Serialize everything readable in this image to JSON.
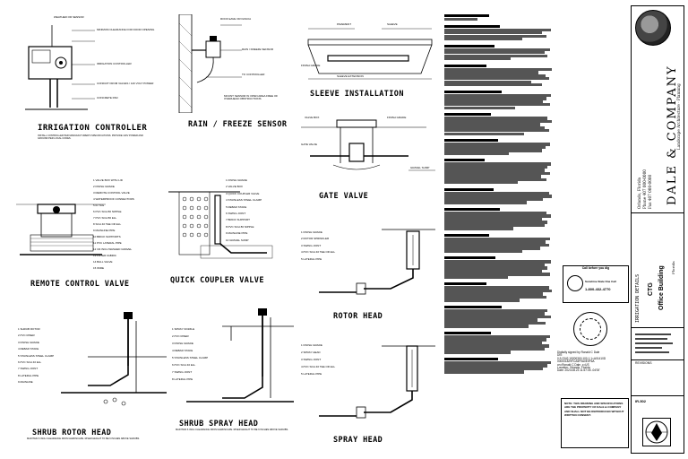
{
  "details": {
    "irrigation_controller": {
      "title": "IRRIGATION CONTROLLER",
      "callouts": [
        "WEATHER OR SENSOR",
        "MINIMUM CLEARANCE FOR DOOR OPENING",
        "IRRIGATION CONTROLLER",
        "CONDUIT FROM VALVES / 120 VOLT POWER",
        "CONCRETE PAD"
      ],
      "note": "INSTALL CONTROLLER PER MANUFACTURER'S SPECIFICATIONS. PROVIDE 120V POWER AND GROUND PER LOCAL CODES."
    },
    "rain_sensor": {
      "title": "RAIN / FREEZE SENSOR",
      "callouts": [
        "ROOF EAVE OR FASCIA",
        "RAIN / FREEZE SENSOR",
        "TO CONTROLLER",
        "MOUNT SENSOR IN OPEN AREA FREE OF OVERHEAD OBSTRUCTIONS"
      ]
    },
    "sleeve_installation": {
      "title": "SLEEVE INSTALLATION",
      "callouts": [
        "PAVEMENT",
        "SLEEVE",
        "SLEEVE EXTENSION",
        "FINISH GRADE"
      ]
    },
    "gate_valve": {
      "title": "GATE VALVE",
      "callouts": [
        "VALVE BOX",
        "FINISH GRADE",
        "GATE VALVE",
        "GRAVEL SUMP"
      ]
    },
    "remote_control_valve": {
      "title": "REMOTE CONTROL VALVE",
      "items": [
        "1 VALVE BOX WITH LID",
        "2 FINISH GRADE",
        "3 REMOTE CONTROL VALVE",
        "4 WATERPROOF CONNECTORS",
        "5 ID TAG",
        "6 PVC SCH 80 NIPPLE",
        "7 PVC SCH 80 ELL",
        "8 SCH 40 TEE OR ELL",
        "9 MAINLINE PIPE",
        "10 BRICK SUPPORTS",
        "11 PVC LATERAL PIPE",
        "12 3/4 INCH WASHED GRAVEL",
        "13 FILTER FABRIC",
        "14 BALL VALVE",
        "15 WIRE"
      ]
    },
    "quick_coupler_valve": {
      "title": "QUICK COUPLER VALVE",
      "items": [
        "1 FINISH GRADE",
        "2 VALVE BOX",
        "3 QUICK COUPLER VALVE",
        "4 STAINLESS STEEL CLAMP",
        "5 REBAR STAKE",
        "6 SWING JOINT",
        "7 BRICK SUPPORT",
        "8 PVC SCH 80 NIPPLE",
        "9 MAINLINE PIPE",
        "10 GRAVEL SUMP"
      ]
    },
    "rotor_head": {
      "title": "ROTOR HEAD",
      "items": [
        "1 FINISH GRADE",
        "2 ROTOR SPRINKLER",
        "3 SWING JOINT",
        "4 PVC SCH 40 TEE OR ELL",
        "5 LATERAL PIPE"
      ]
    },
    "shrub_rotor_head": {
      "title": "SHRUB ROTOR HEAD",
      "items": [
        "1 SHRUB ROTOR",
        "2 PVC RISER",
        "3 FINISH GRADE",
        "4 REBAR STAKE",
        "5 STAINLESS STEEL CLAMP",
        "6 PVC SCH 40 ELL",
        "7 SWING JOINT",
        "8 LATERAL PIPE",
        "9 MAINLINE"
      ],
      "note": "MAINTAIN 6 INCH CLEARANCE FROM HARDSCAPE. RISER HEIGHT TO BE 6 INCHES ABOVE SHRUBS."
    },
    "shrub_spray_head": {
      "title": "SHRUB SPRAY HEAD",
      "items": [
        "1 SPRAY NOZZLE",
        "2 PVC RISER",
        "3 FINISH GRADE",
        "4 REBAR STAKE",
        "5 STAINLESS STEEL CLAMP",
        "6 PVC SCH 40 ELL",
        "7 SWING JOINT",
        "8 LATERAL PIPE"
      ],
      "note": "MAINTAIN 6 INCH CLEARANCE FROM HARDSCAPE. RISER HEIGHT TO BE 6 INCHES ABOVE SHRUBS."
    },
    "spray_head": {
      "title": "SPRAY HEAD",
      "items": [
        "1 FINISH GRADE",
        "2 SPRAY HEAD",
        "3 SWING JOINT",
        "4 PVC SCH 40 TEE OR ELL",
        "5 LATERAL PIPE"
      ]
    }
  },
  "signature": {
    "line1": "Digitally signed by Ronald C Dale",
    "line2": "DN:",
    "line3": "0.9.2342.19200300.100.1.1=A01410D",
    "line4": "000001829FCA5F9A0E0F6A",
    "line5": "cn=Ronald C Dale, c=US",
    "line6": "Location: Orlando, Florida",
    "line7": "Date: 2024.08.23 11:57:05 -04'00'"
  },
  "call811": {
    "heading": "Call before you dig",
    "name": "Sunshine State One Call",
    "number": "1-800-432-4770"
  },
  "bottom_note": "NOTE: THIS DRAWING AND SPECIFICATIONS ARE THE PROPERTY OF DALE & COMPANY AND SHALL NOT BE REPRODUCED WITHOUT WRITTEN CONSENT.",
  "title_block": {
    "firm": "DALE & COMPANY",
    "tagline": "Landscape Architecture · Planning",
    "addr1": "Orlando, Florida",
    "addr2": "Phone 407 000-0000",
    "addr3": "Fax 407 000-0000",
    "project_line1": "IRRIGATION DETAILS",
    "project_line2": "CTG",
    "project_line3": "Office Building",
    "project_line4": "Florida",
    "revisions": "REVISIONS",
    "sheet_label": "IR-502"
  },
  "colors": {
    "ink": "#000000",
    "paper": "#ffffff"
  }
}
